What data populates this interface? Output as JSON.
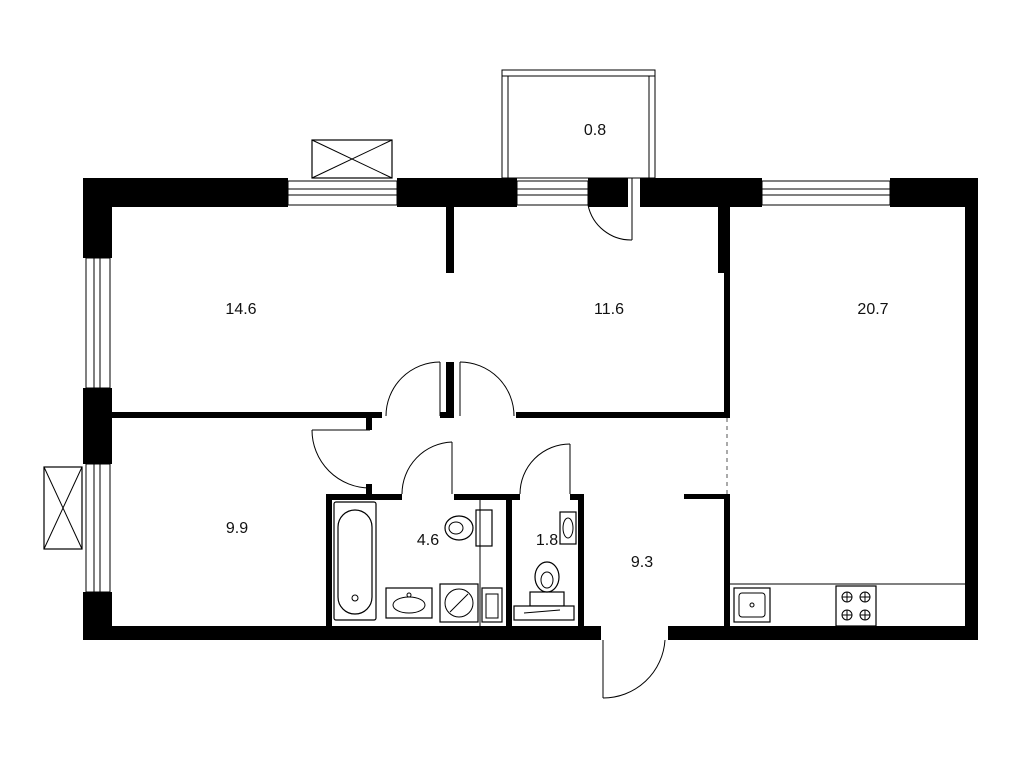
{
  "rooms": {
    "bedroom_nw": {
      "area": "14.6"
    },
    "bedroom_center": {
      "area": "11.6"
    },
    "living_kitchen": {
      "area": "20.7"
    },
    "bedroom_sw": {
      "area": "9.9"
    },
    "bathroom": {
      "area": "4.6"
    },
    "toilet": {
      "area": "1.8"
    },
    "hallway": {
      "area": "9.3"
    },
    "balcony": {
      "area": "0.8"
    }
  },
  "colors": {
    "wall": "#000000",
    "background": "#ffffff",
    "text": "#111111"
  }
}
